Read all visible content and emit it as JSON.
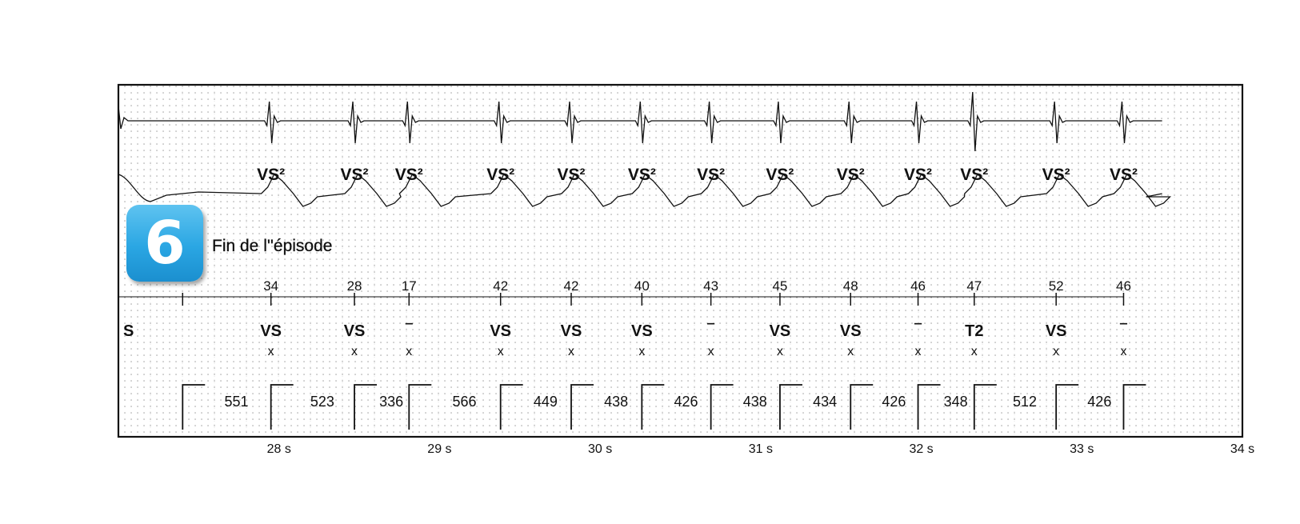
{
  "episode": {
    "number": "6",
    "caption": "Fin de l''épisode"
  },
  "channel_labels": [
    {
      "text": "VS²"
    },
    {
      "text": "VS²"
    },
    {
      "text": "VS²"
    },
    {
      "text": "VS²"
    },
    {
      "text": "VS²"
    },
    {
      "text": "VS²"
    },
    {
      "text": "VS²"
    },
    {
      "text": "VS²"
    },
    {
      "text": "VS²"
    },
    {
      "text": "VS²"
    },
    {
      "text": "VS²"
    },
    {
      "text": "VS²"
    },
    {
      "text": "VS²"
    }
  ],
  "markers": [
    {
      "amplitude": "",
      "event": "S",
      "interval": "551",
      "t": 27.4
    },
    {
      "amplitude": "34",
      "event": "VS",
      "interval": "523",
      "t": 27.95
    },
    {
      "amplitude": "28",
      "event": "VS",
      "interval": "336",
      "t": 28.47
    },
    {
      "amplitude": "17",
      "event": "—",
      "interval": "566",
      "t": 28.81
    },
    {
      "amplitude": "42",
      "event": "VS",
      "interval": "449",
      "t": 29.38
    },
    {
      "amplitude": "42",
      "event": "VS",
      "interval": "438",
      "t": 29.82
    },
    {
      "amplitude": "40",
      "event": "VS",
      "interval": "426",
      "t": 30.26
    },
    {
      "amplitude": "43",
      "event": "—",
      "interval": "438",
      "t": 30.69
    },
    {
      "amplitude": "45",
      "event": "VS",
      "interval": "434",
      "t": 31.12
    },
    {
      "amplitude": "48",
      "event": "VS",
      "interval": "426",
      "t": 31.56
    },
    {
      "amplitude": "46",
      "event": "—",
      "interval": "348",
      "t": 31.98
    },
    {
      "amplitude": "47",
      "event": "T2",
      "interval": "512",
      "t": 32.33
    },
    {
      "amplitude": "52",
      "event": "VS",
      "interval": "426",
      "t": 32.84
    },
    {
      "amplitude": "46",
      "event": "—",
      "interval": "",
      "t": 33.26
    }
  ],
  "marker_x_symbol": "x",
  "time_axis": {
    "ticks": [
      "28 s",
      "29 s",
      "30 s",
      "31 s",
      "32 s",
      "33 s",
      "34 s"
    ],
    "range": [
      27.0,
      34.0
    ]
  },
  "colors": {
    "trace": "#111111",
    "grid_dots": "#555555",
    "badge": "#2aa6e3"
  }
}
